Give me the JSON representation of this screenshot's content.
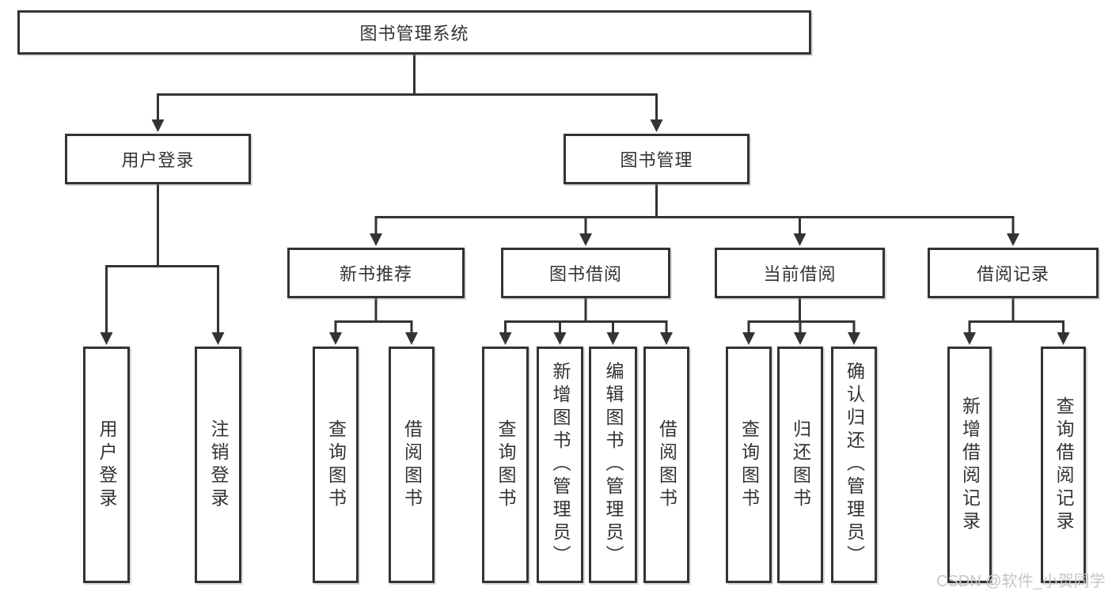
{
  "tree": {
    "label": "图书管理系统",
    "children": [
      {
        "label": "用户登录",
        "children": [
          {
            "label": "用户登录"
          },
          {
            "label": "注销登录"
          }
        ]
      },
      {
        "label": "图书管理",
        "children": [
          {
            "label": "新书推荐",
            "children": [
              {
                "label": "查询图书"
              },
              {
                "label": "借阅图书"
              }
            ]
          },
          {
            "label": "图书借阅",
            "children": [
              {
                "label": "查询图书"
              },
              {
                "label": "新增图书（管理员）"
              },
              {
                "label": "编辑图书（管理员）"
              },
              {
                "label": "借阅图书"
              }
            ]
          },
          {
            "label": "当前借阅",
            "children": [
              {
                "label": "查询图书"
              },
              {
                "label": "归还图书"
              },
              {
                "label": "确认归还（管理员）"
              }
            ]
          },
          {
            "label": "借阅记录",
            "children": [
              {
                "label": "新增借阅记录"
              },
              {
                "label": "查询借阅记录"
              }
            ]
          }
        ]
      }
    ]
  },
  "watermark": "CSDN @软件_小贺同学",
  "colors": {
    "line": "#333333",
    "box_border": "#333333",
    "text": "#333333",
    "background": "#ffffff",
    "watermark": "#c6c6c8"
  }
}
